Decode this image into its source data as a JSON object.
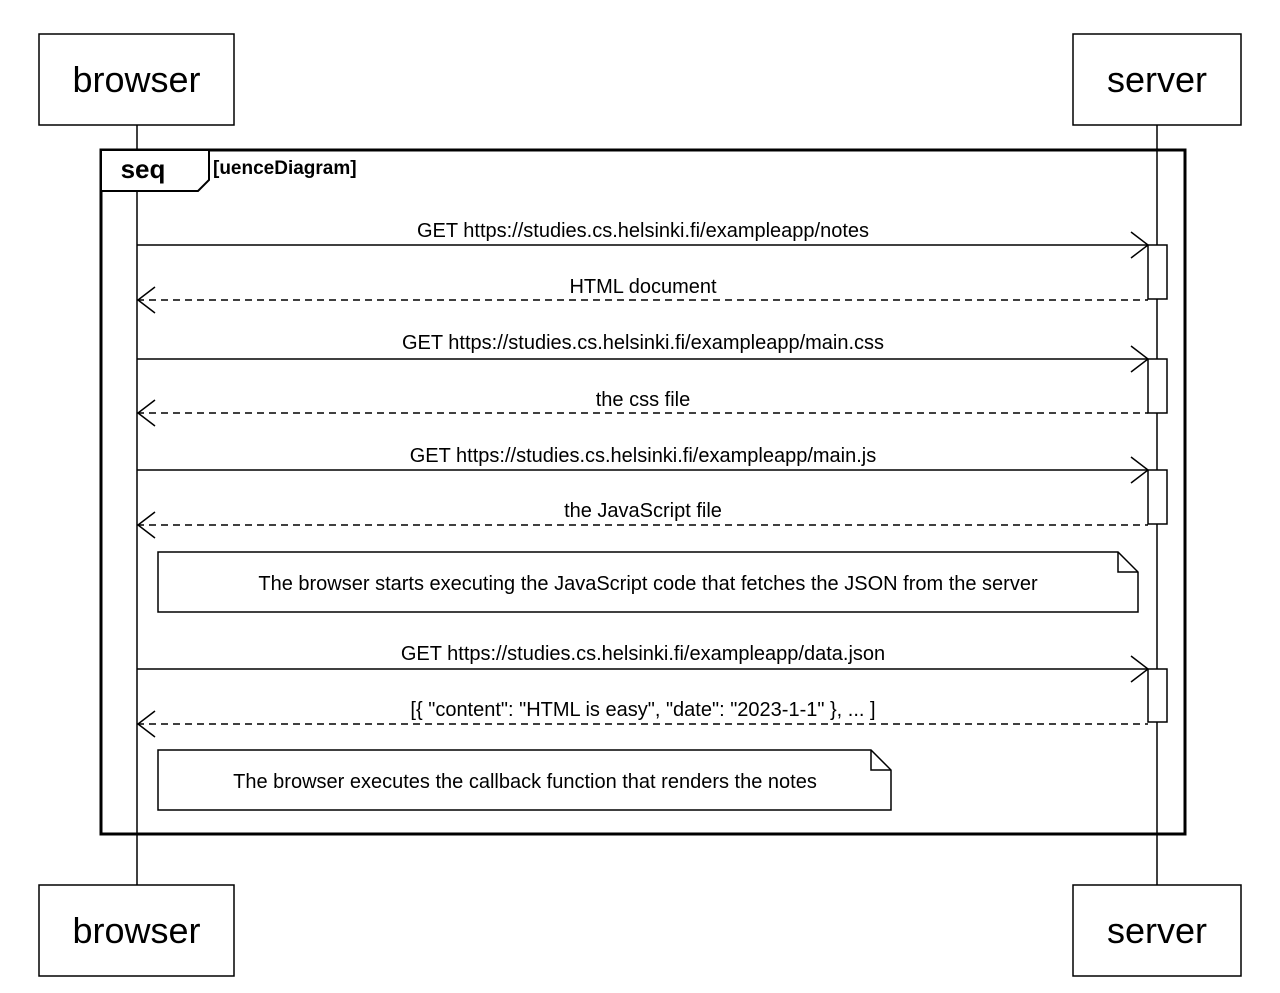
{
  "participants": {
    "left": "browser",
    "right": "server"
  },
  "frame": {
    "keyword": "seq",
    "condition": "[uenceDiagram]"
  },
  "messages": [
    {
      "label": "GET https://studies.cs.helsinki.fi/exampleapp/notes",
      "kind": "request"
    },
    {
      "label": "HTML document",
      "kind": "response"
    },
    {
      "label": "GET https://studies.cs.helsinki.fi/exampleapp/main.css",
      "kind": "request"
    },
    {
      "label": "the css file",
      "kind": "response"
    },
    {
      "label": "GET https://studies.cs.helsinki.fi/exampleapp/main.js",
      "kind": "request"
    },
    {
      "label": "the JavaScript file",
      "kind": "response"
    },
    {
      "label": "GET https://studies.cs.helsinki.fi/exampleapp/data.json",
      "kind": "request"
    },
    {
      "label": "[{ \"content\": \"HTML is easy\", \"date\": \"2023-1-1\" }, ... ]",
      "kind": "response"
    }
  ],
  "notes": [
    {
      "text": "The browser starts executing the JavaScript code that fetches the JSON from the server"
    },
    {
      "text": "The browser executes the callback function that renders the notes"
    }
  ]
}
